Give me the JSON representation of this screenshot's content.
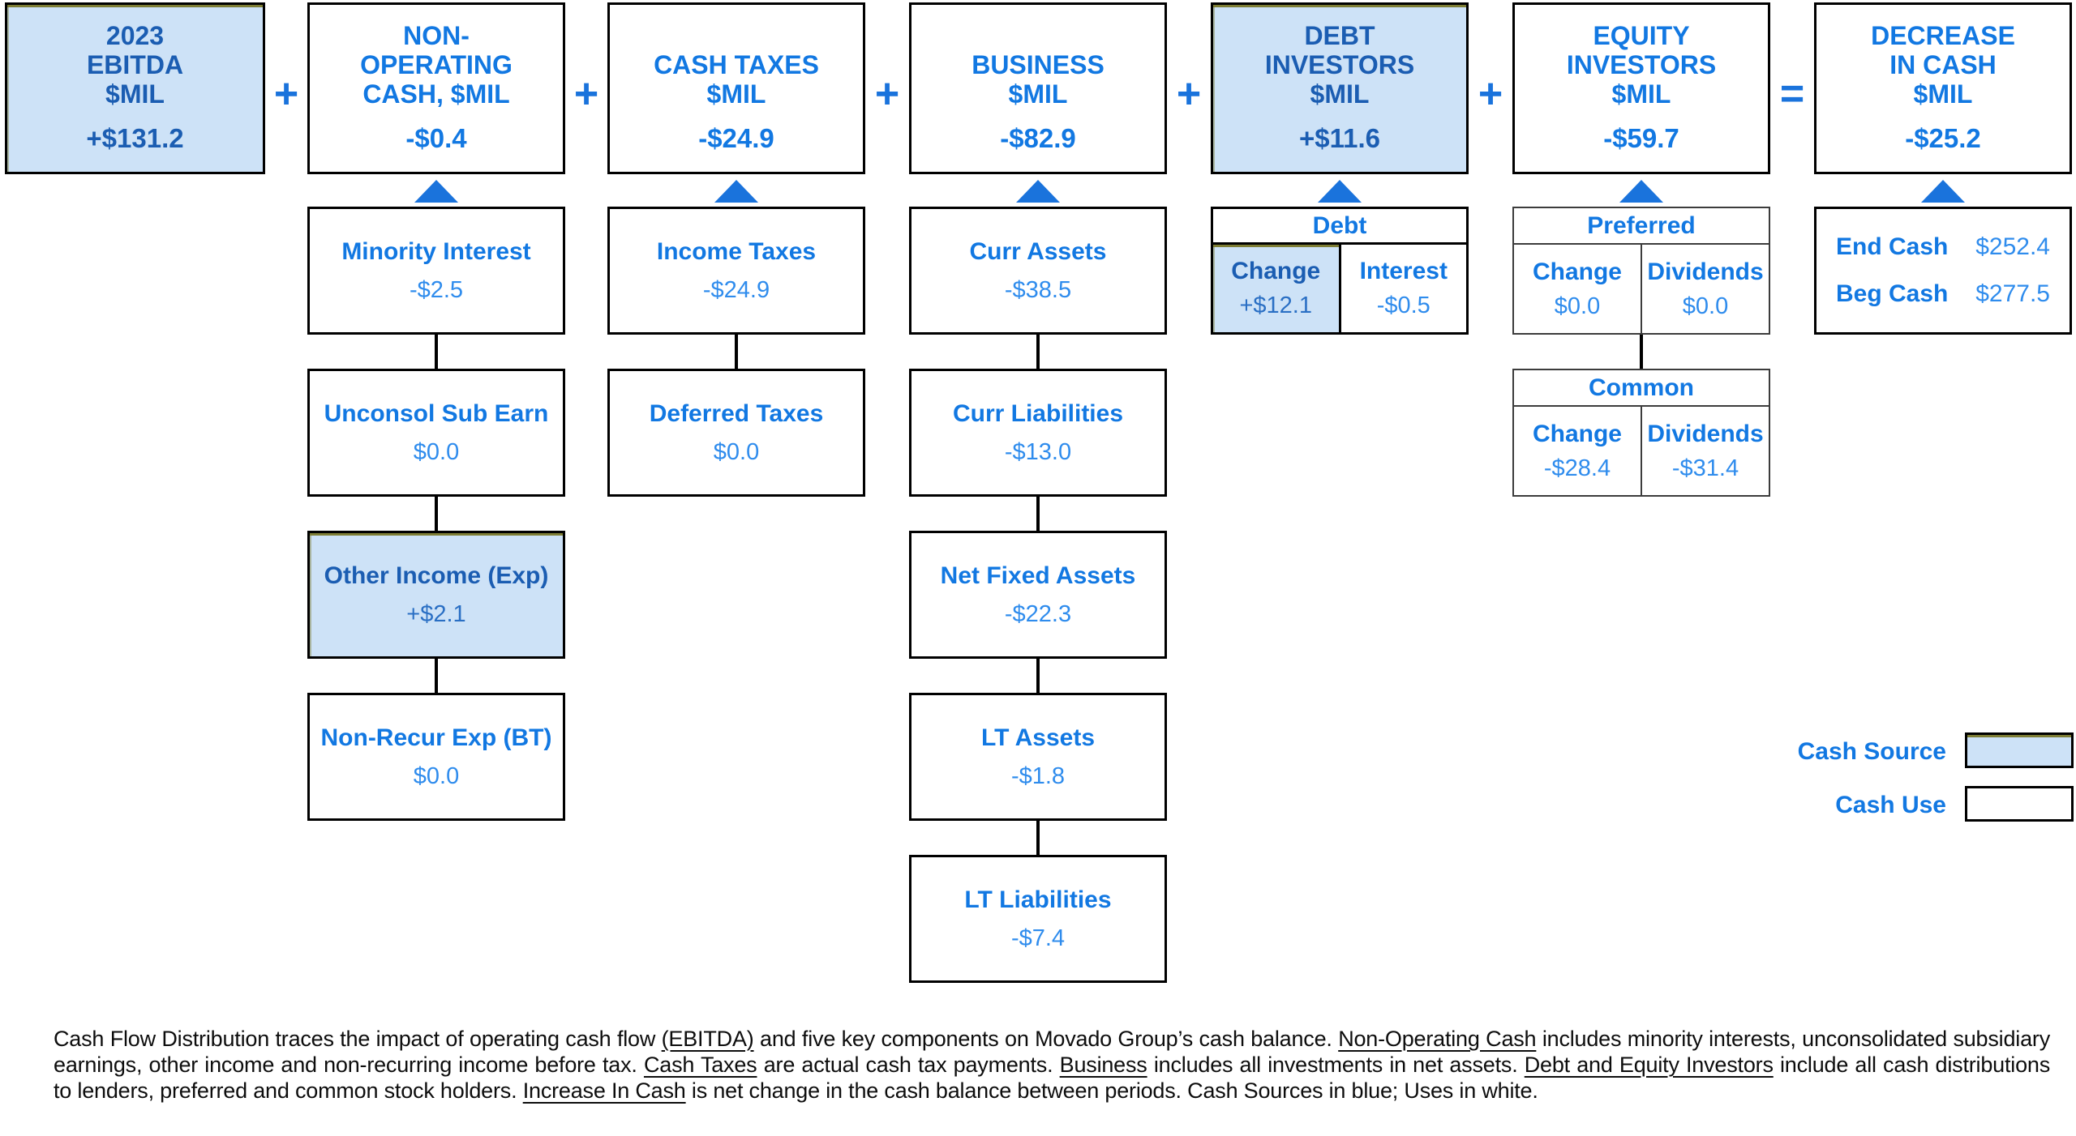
{
  "colors": {
    "source_fill": "#cde2f7",
    "source_border_accent": "#7e7e35",
    "label_blue": "#1278e2",
    "value_blue": "#2f8ced",
    "source_text_blue": "#1b5db2",
    "operator_blue": "#1a73dc",
    "box_border": "#000000"
  },
  "operators": [
    "+",
    "+",
    "+",
    "+",
    "+",
    "="
  ],
  "top_row": {
    "boxes": [
      {
        "title": "2023\nEBITDA\n$MIL",
        "value": "+$131.2",
        "source": true
      },
      {
        "title": "NON-\nOPERATING\nCASH, $MIL",
        "value": "-$0.4",
        "source": false
      },
      {
        "title": "CASH TAXES\n$MIL",
        "value": "-$24.9",
        "source": false
      },
      {
        "title": "BUSINESS\n$MIL",
        "value": "-$82.9",
        "source": false
      },
      {
        "title": "DEBT\nINVESTORS\n$MIL",
        "value": "+$11.6",
        "source": true
      },
      {
        "title": "EQUITY\nINVESTORS\n$MIL",
        "value": "-$59.7",
        "source": false
      },
      {
        "title": "DECREASE\nIN CASH\n$MIL",
        "value": "-$25.2",
        "source": false
      }
    ]
  },
  "chains": [
    {
      "name": "non-operating-cash",
      "column": 1,
      "items": [
        {
          "label": "Minority Interest",
          "value": "-$2.5",
          "source": false
        },
        {
          "label": "Unconsol Sub Earn",
          "value": "$0.0",
          "source": false
        },
        {
          "label": "Other Income (Exp)",
          "value": "+$2.1",
          "source": true
        },
        {
          "label": "Non-Recur Exp (BT)",
          "value": "$0.0",
          "source": false
        }
      ]
    },
    {
      "name": "cash-taxes",
      "column": 2,
      "items": [
        {
          "label": "Income Taxes",
          "value": "-$24.9",
          "source": false
        },
        {
          "label": "Deferred Taxes",
          "value": "$0.0",
          "source": false
        }
      ]
    },
    {
      "name": "business",
      "column": 3,
      "items": [
        {
          "label": "Curr Assets",
          "value": "-$38.5",
          "source": false
        },
        {
          "label": "Curr Liabilities",
          "value": "-$13.0",
          "source": false
        },
        {
          "label": "Net Fixed Assets",
          "value": "-$22.3",
          "source": false
        },
        {
          "label": "LT Assets",
          "value": "-$1.8",
          "source": false
        },
        {
          "label": "LT Liabilities",
          "value": "-$7.4",
          "source": false
        }
      ]
    }
  ],
  "debt_table": {
    "header": "Debt",
    "cells": [
      {
        "label": "Change",
        "value": "+$12.1",
        "source": true
      },
      {
        "label": "Interest",
        "value": "-$0.5",
        "source": false
      }
    ]
  },
  "preferred_table": {
    "header": "Preferred",
    "cells": [
      {
        "label": "Change",
        "value": "$0.0",
        "source": false
      },
      {
        "label": "Dividends",
        "value": "$0.0",
        "source": false
      }
    ]
  },
  "common_table": {
    "header": "Common",
    "cells": [
      {
        "label": "Change",
        "value": "-$28.4",
        "source": false
      },
      {
        "label": "Dividends",
        "value": "-$31.4",
        "source": false
      }
    ]
  },
  "cash_summary": {
    "rows": [
      {
        "label": "End Cash",
        "value": "$252.4"
      },
      {
        "label": "Beg Cash",
        "value": "$277.5"
      }
    ]
  },
  "legend": {
    "source_label": "Cash Source",
    "use_label": "Cash Use"
  },
  "caption": {
    "segments": [
      {
        "t": "Cash Flow Distribution traces the impact of operating cash flow ",
        "u": false
      },
      {
        "t": "(EBITDA)",
        "u": true
      },
      {
        "t": " and five key components on Movado Group’s cash balance.  ",
        "u": false
      },
      {
        "t": "Non-Operating Cash",
        "u": true
      },
      {
        "t": " includes minority interests, unconsolidated subsidiary earnings, other income and non-recurring income before tax.  ",
        "u": false
      },
      {
        "t": "Cash Taxes",
        "u": true
      },
      {
        "t": " are actual cash tax payments.  ",
        "u": false
      },
      {
        "t": "Business",
        "u": true
      },
      {
        "t": " includes all investments in net assets.  ",
        "u": false
      },
      {
        "t": "Debt and Equity Investors",
        "u": true
      },
      {
        "t": " include all cash distributions to lenders, preferred and common stock holders.  ",
        "u": false
      },
      {
        "t": "Increase In Cash",
        "u": true
      },
      {
        "t": " is net change in the cash balance between periods.  Cash Sources in blue;  Uses in white.",
        "u": false
      }
    ]
  }
}
